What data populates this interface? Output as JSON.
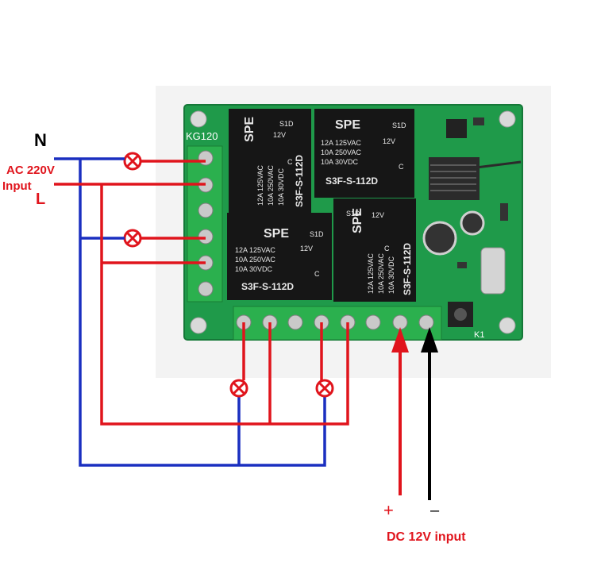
{
  "labels": {
    "neutral": "N",
    "ac_voltage": "AC 220V",
    "input": "Input",
    "live": "L",
    "plus": "+",
    "minus": "–",
    "dc_input": "DC 12V input",
    "board_model": "KG120",
    "button_label": "K1"
  },
  "relays": [
    {
      "brand": "SPE",
      "code": "S1D",
      "coil": "12V",
      "c": "C",
      "r1": "12A 125VAC",
      "r2": "10A 250VAC",
      "r3": "10A 30VDC",
      "model": "S3F-S-112D"
    },
    {
      "brand": "SPE",
      "code": "S1D",
      "coil": "12V",
      "c": "C",
      "r1": "12A 125VAC",
      "r2": "10A 250VAC",
      "r3": "10A 30VDC",
      "model": "S3F-S-112D"
    },
    {
      "brand": "SPE",
      "code": "S1D",
      "coil": "12V",
      "c": "C",
      "r1": "12A 125VAC",
      "r2": "10A 250VAC",
      "r3": "10A 30VDC",
      "model": "S3F-S-112D"
    },
    {
      "brand": "SPE",
      "code": "S1D",
      "coil": "12V",
      "c": "C",
      "r1": "12A 125VAC",
      "r2": "10A 250VAC",
      "r3": "10A 30VDC",
      "model": "S3F-S-112D"
    }
  ],
  "colors": {
    "neutral_wire": "#1a2fc0",
    "live_wire": "#e0141c",
    "dc_negative": "#000000",
    "pcb": "#1f9a4a",
    "relay": "#161616",
    "label_red": "#e0141c"
  }
}
